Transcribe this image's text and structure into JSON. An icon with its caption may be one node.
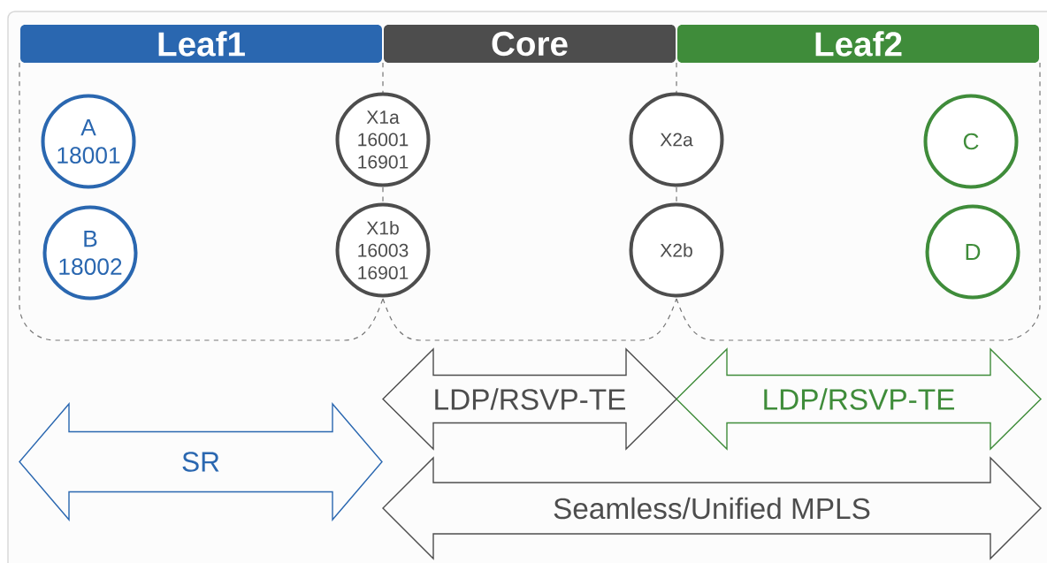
{
  "diagram": {
    "nodes": [
      {
        "text": [
          "Leaf1"
        ]
      },
      {
        "text": [
          "Core"
        ]
      },
      {
        "text": [
          "Leaf2"
        ]
      },
      {
        "text": [
          "A 18001"
        ],
        "in": 0
      },
      {
        "text": [
          "X1a 16001 16901"
        ]
      },
      {
        "text": [
          "X2a"
        ]
      },
      {
        "text": [
          "C"
        ],
        "in": 2
      },
      {
        "text": [
          "B 18002"
        ],
        "in": 0
      },
      {
        "text": [
          "X1b 16003 16901"
        ]
      },
      {
        "text": [
          "X2b"
        ]
      },
      {
        "text": [
          "D"
        ],
        "in": 2
      },
      {
        "text": [
          "LDP/RSVP-TE"
        ]
      },
      {
        "text": [
          "LDP/RSVP-TE"
        ]
      },
      {
        "text": [
          "SR"
        ]
      },
      {
        "text": [
          "Seamless/Unified MPLS"
        ]
      }
    ]
  }
}
